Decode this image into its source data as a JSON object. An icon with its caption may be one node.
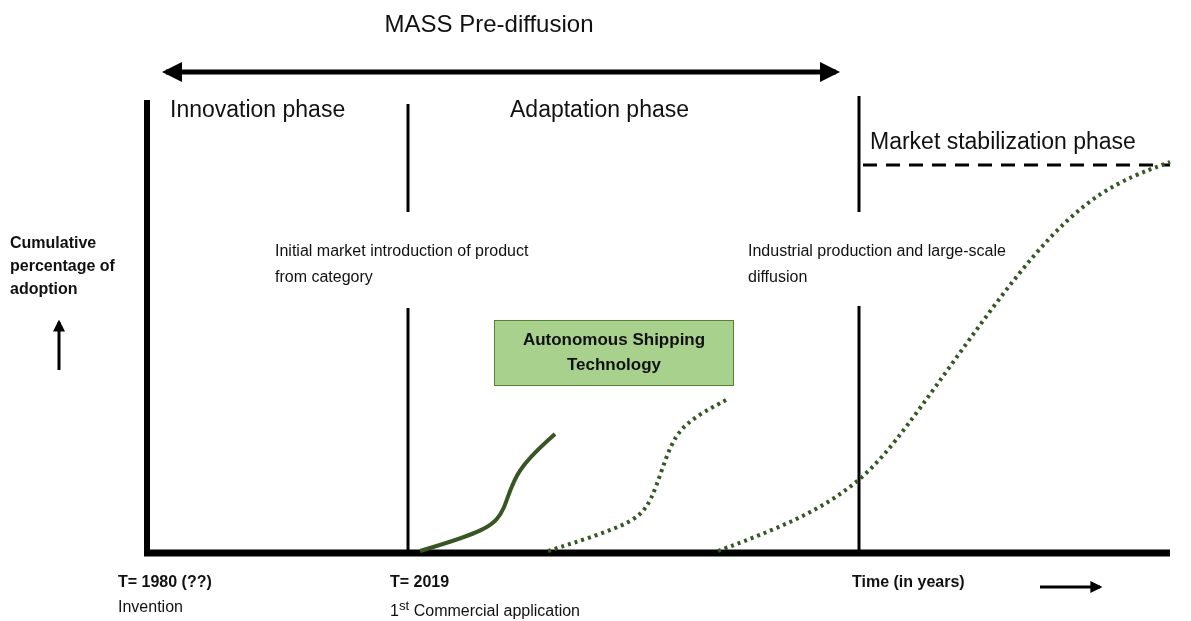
{
  "diagram": {
    "nodes": [
      {
        "text": [
          "Autonomous Shipping Technology"
        ]
      }
    ],
    "labels": [
      "MASS Pre-diffusion",
      "Innovation phase",
      "Adaptation phase",
      "Market stabilization phase",
      "Cumulative percentage of adoption",
      "Initial market introduction of product from category",
      "Industrial production and large-scale diffusion",
      "T= 1980 (??)",
      "Invention",
      "T= 2019",
      "1$^{st}$ Commercial application",
      "Time (in years)"
    ]
  }
}
